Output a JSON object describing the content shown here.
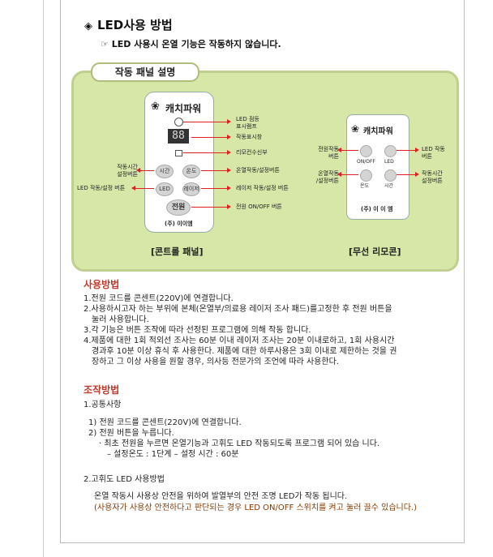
{
  "heading": {
    "title": "LED사용 방법",
    "note_icon": "☞",
    "subtitle": "LED 사용시 온열 기능은 작동하지 않습니다."
  },
  "panel_tab_label": "작동 패널 설명",
  "control_panel": {
    "brand": "캐치파워",
    "labels_right": [
      "LED 점등\n표시램프",
      "작동표시창",
      "리모컨수신부",
      "온열작동/설정버튼",
      "레이저 작동/설정 버튼",
      "전원 ON/OFF 버튼"
    ],
    "labels_left": [
      "작동시간\n설정버튼",
      "LED 작동/설정 버튼"
    ],
    "buttons": [
      "시간",
      "온도",
      "LED",
      "레이저",
      "전원"
    ],
    "display": "88",
    "maker": "(주) 이이엠",
    "caption": "[콘트롤 패널]"
  },
  "remote": {
    "brand": "캐치파워",
    "left_labels": [
      "전원작동\n버튼",
      "온열작동\n/설정버튼"
    ],
    "right_labels": [
      "LED 작동\n버튼",
      "작동시간\n설정버튼"
    ],
    "btn_labels": [
      "ON/OFF",
      "LED",
      "온도",
      "시간"
    ],
    "maker": "(주) 이 이 엠",
    "caption": "[무선 리모콘]"
  },
  "usage": {
    "title": "사용방법",
    "items": [
      "1.전원 코드를 콘센트(220V)에 연결합니다.",
      "2.사용하시고자 하는 부위에 본체(온열부/의료용 레이저 조사 패드)를고정한 후 전원 버튼을",
      "   눌러 사용합니다.",
      "3.각 기능은 버튼 조작에 따라 선정된 프로그램에 의해 작동 합니다.",
      "4.제품에 대한 1회 적외선 조사는 60분 이내 레이저 조사는 20분 이내로하고, 1회 사용시간",
      "   경과후 10분 이상 휴식 후 사용한다. 제품에 대한 하루사용은 3회 이내로 제한하는 것을 권",
      "   장하고 그 이상 사용을 원할 경우, 의사등 전문가의 조언에 따라 사용한다."
    ]
  },
  "operation": {
    "title": "조작방법",
    "common": "1.공통사항",
    "steps": [
      "1) 전원 코드를 콘센트(220V)에 연결합니다.",
      "2) 전원 버튼을 누릅니다.",
      "· 최초 전원을 누르면 온열기능과 고휘도 LED 작동되도록 프로그램 되어 있습 니다.",
      "– 설정온도 : 1단계 – 설정 시간 : 60분"
    ],
    "led_title": "2.고휘도 LED 사용방법",
    "led_line1": "온열 작동시 사용상 안전을 위하여 발열부의 안전 조명 LED가 작동 됩니다.",
    "led_line2": "(사용자가 사용상 안전하다고 판단되는 경우 LED ON/OFF 스위치를 켜고 눌러 끌수 있습니다.)"
  }
}
